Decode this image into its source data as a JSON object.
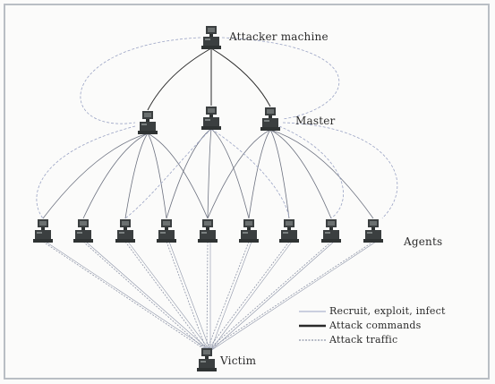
{
  "nodes": {
    "attacker": {
      "label": "Attacker machine"
    },
    "masters": {
      "label": "Master",
      "count": 3
    },
    "agents": {
      "label": "Agents",
      "count": 9
    },
    "victim": {
      "label": "Victim"
    }
  },
  "legend": {
    "items": [
      {
        "label": "Recruit, exploit, infect",
        "style": "thin"
      },
      {
        "label": "Attack commands",
        "style": "thick"
      },
      {
        "label": "Attack traffic",
        "style": "dotted"
      }
    ]
  },
  "colors": {
    "recruit": "#9aa3c4",
    "commands": "#2a2a2a",
    "traffic": "#8e95a8",
    "node": "#3b3f40",
    "frame": "#b9bec4"
  },
  "icons": {
    "node_icon": "computer-workstation-icon"
  }
}
